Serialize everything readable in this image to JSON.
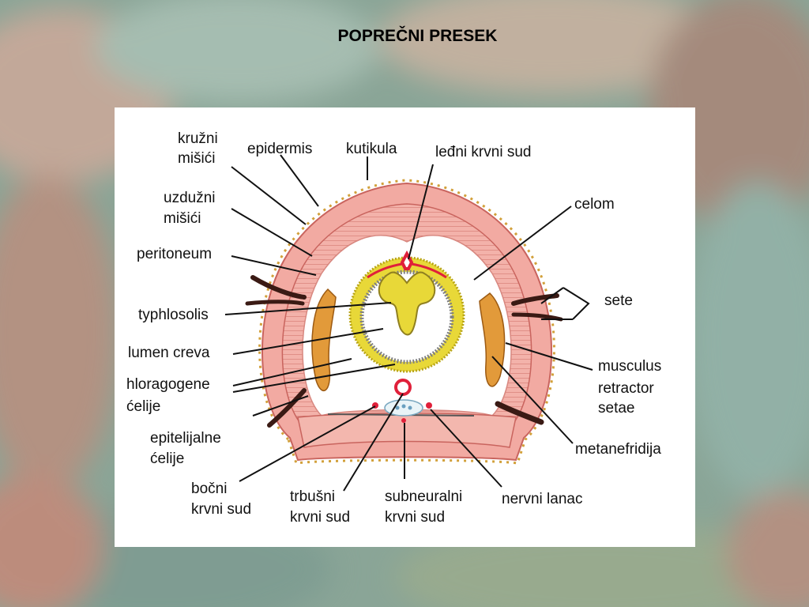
{
  "slide": {
    "title": "POPREČNI PRESEK"
  },
  "labels": {
    "kruzni_1": "kružni",
    "kruzni_2": "mišići",
    "epidermis": "epidermis",
    "kutikula": "kutikula",
    "ledni": "leđni krvni sud",
    "uzduzni_1": "uzdužni",
    "uzduzni_2": "mišići",
    "celom": "celom",
    "peritoneum": "peritoneum",
    "sete": "sete",
    "typhlosolis": "typhlosolis",
    "lumen": "lumen creva",
    "musculus_1": "musculus",
    "musculus_2": "retractor",
    "musculus_3": "setae",
    "hloragogene_1": "hloragogene",
    "hloragogene_2": "ćelije",
    "epitelijalne_1": "epitelijalne",
    "epitelijalne_2": "ćelije",
    "metanefridija": "metanefridija",
    "bocni_1": "bočni",
    "bocni_2": "krvni sud",
    "trbusni_1": "trbušni",
    "trbusni_2": "krvni sud",
    "subneuralni_1": "subneuralni",
    "subneuralni_2": "krvni sud",
    "nervni": "nervni lanac"
  },
  "colors": {
    "muscle": "#f0a8a0",
    "muscle_dark": "#d9736b",
    "chloragogen": "#e8d838",
    "nephridium": "#e29a3a",
    "blood": "#e0203a"
  }
}
